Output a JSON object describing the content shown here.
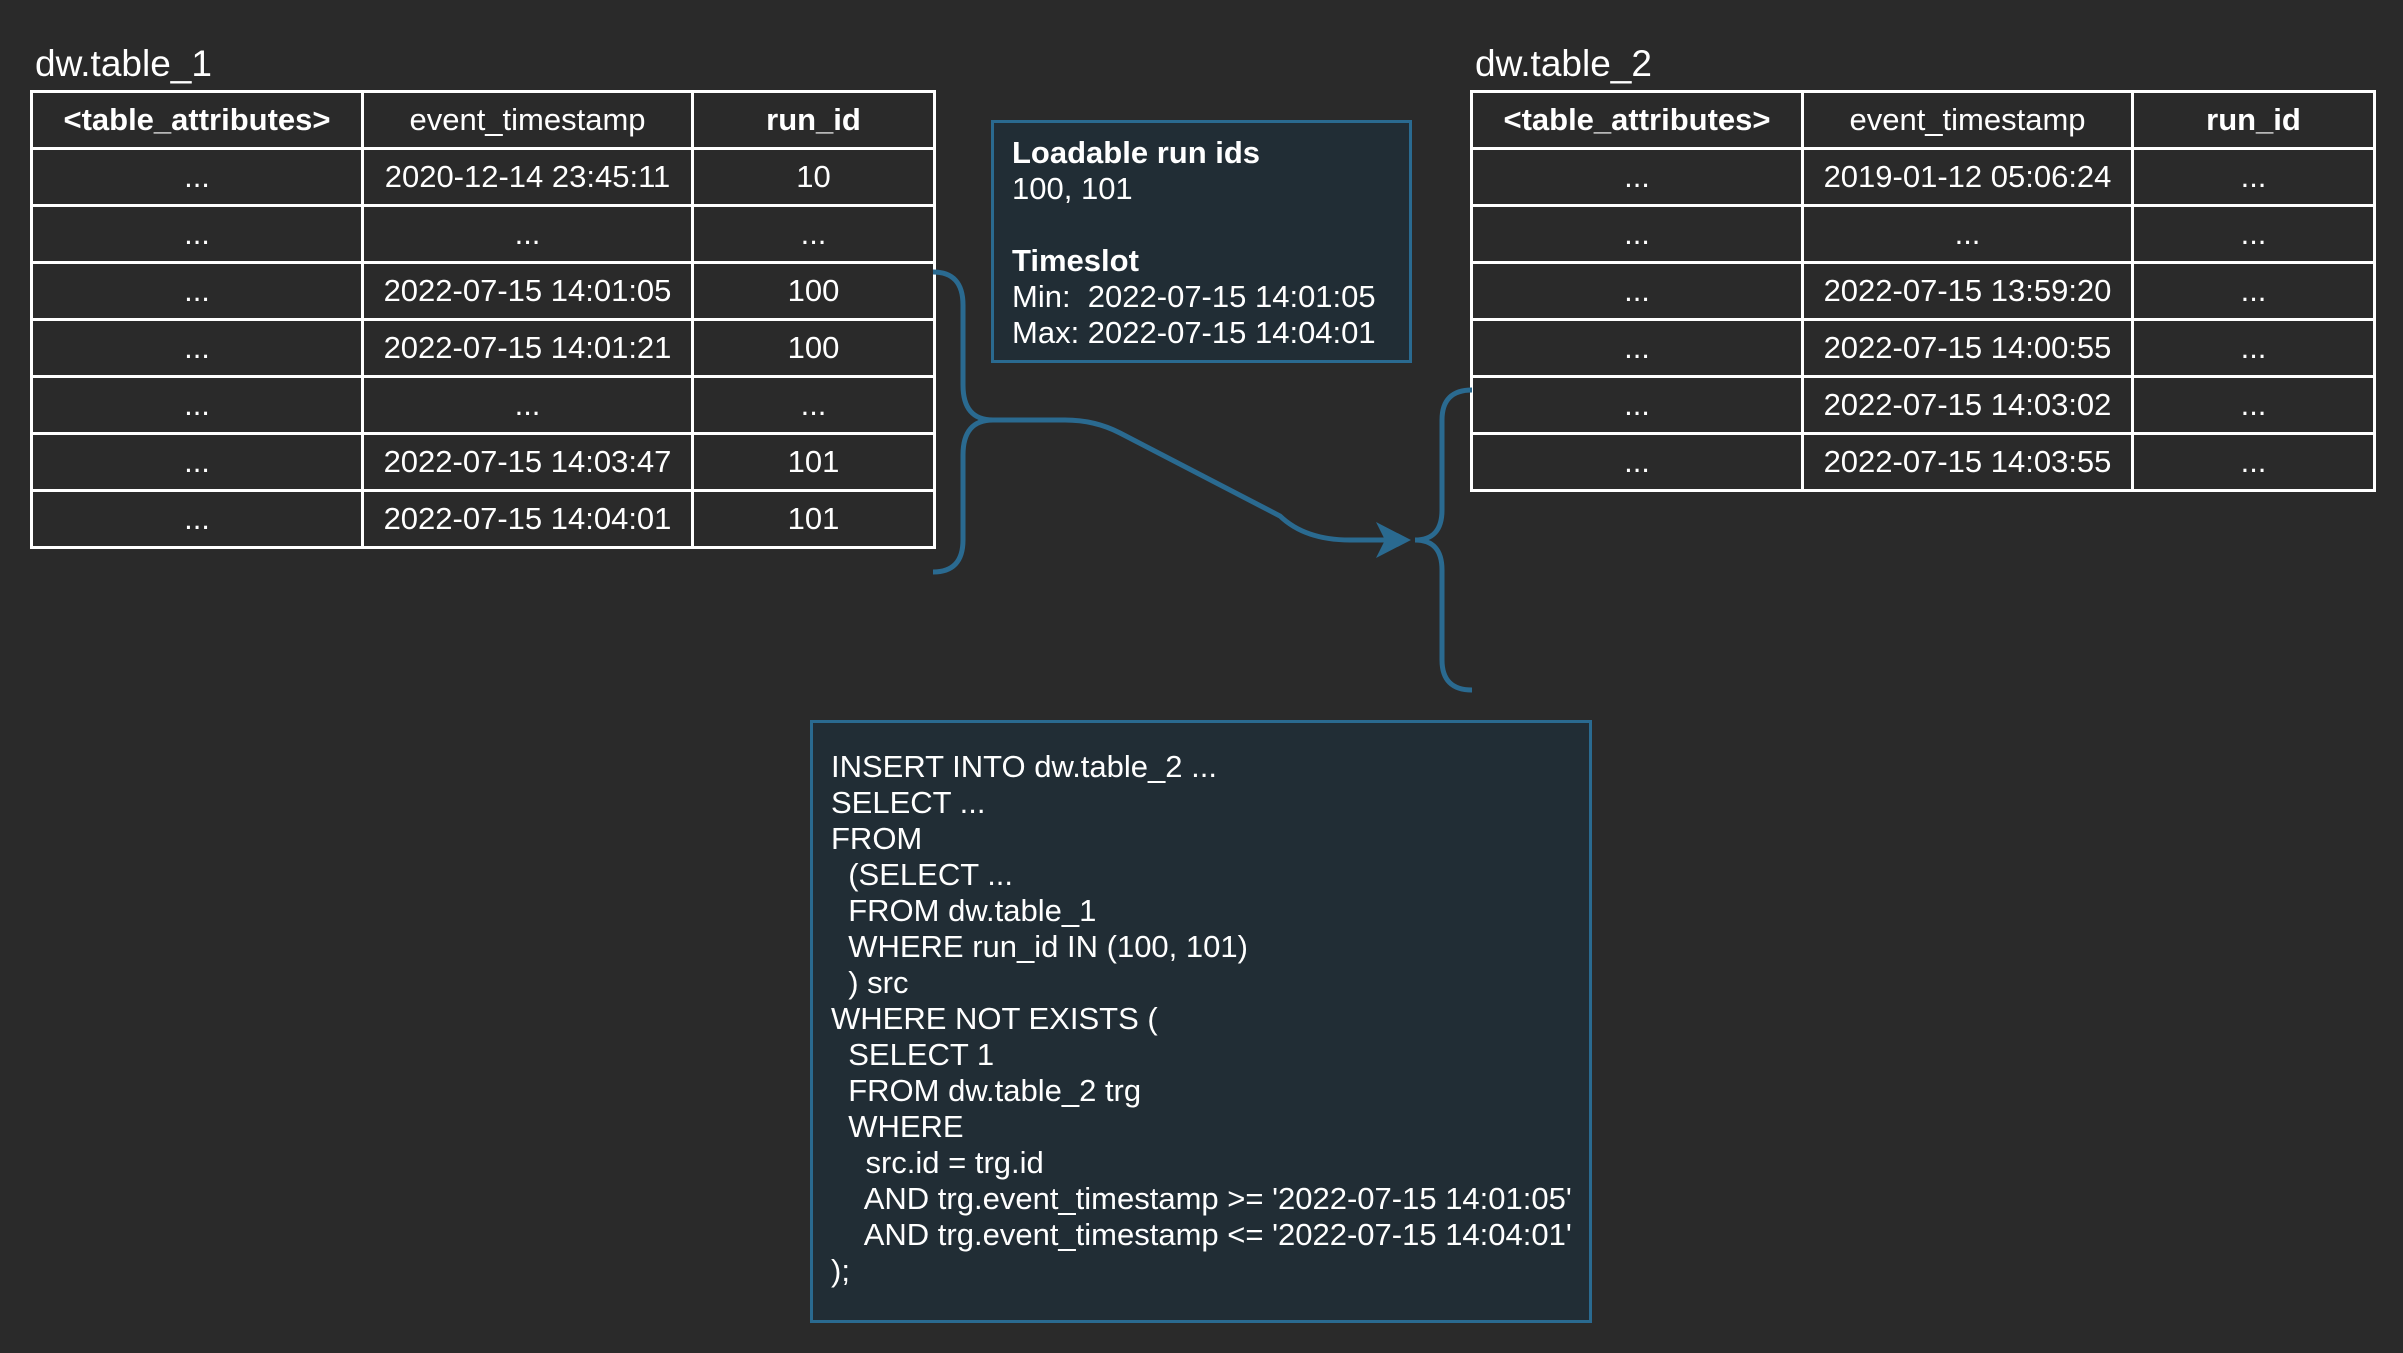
{
  "table1": {
    "title": "dw.table_1",
    "headers": [
      "<table_attributes>",
      "event_timestamp",
      "run_id"
    ],
    "rows": [
      [
        "...",
        "2020-12-14 23:45:11",
        "10"
      ],
      [
        "...",
        "...",
        "..."
      ],
      [
        "...",
        "2022-07-15 14:01:05",
        "100"
      ],
      [
        "...",
        "2022-07-15 14:01:21",
        "100"
      ],
      [
        "...",
        "...",
        "..."
      ],
      [
        "...",
        "2022-07-15 14:03:47",
        "101"
      ],
      [
        "...",
        "2022-07-15 14:04:01",
        "101"
      ]
    ]
  },
  "table2": {
    "title": "dw.table_2",
    "headers": [
      "<table_attributes>",
      "event_timestamp",
      "run_id"
    ],
    "rows": [
      [
        "...",
        "2019-01-12 05:06:24",
        "..."
      ],
      [
        "...",
        "...",
        "..."
      ],
      [
        "...",
        "2022-07-15 13:59:20",
        "..."
      ],
      [
        "...",
        "2022-07-15 14:00:55",
        "..."
      ],
      [
        "...",
        "2022-07-15 14:03:02",
        "..."
      ],
      [
        "...",
        "2022-07-15 14:03:55",
        "..."
      ]
    ]
  },
  "info": {
    "run_ids_title": "Loadable run ids",
    "run_ids_value": "100, 101",
    "timeslot_title": "Timeslot",
    "min_line": "Min:  2022-07-15 14:01:05",
    "max_line": "Max: 2022-07-15 14:04:01"
  },
  "sql": {
    "lines": [
      "INSERT INTO dw.table_2 ...",
      "SELECT ...",
      "FROM",
      "  (SELECT ...",
      "  FROM dw.table_1",
      "  WHERE run_id IN (100, 101)",
      "  ) src",
      "WHERE NOT EXISTS (",
      "  SELECT 1",
      "  FROM dw.table_2 trg",
      "  WHERE",
      "    src.id = trg.id",
      "    AND trg.event_timestamp >= '2022-07-15 14:01:05'",
      "    AND trg.event_timestamp <= '2022-07-15 14:04:01'",
      ");"
    ]
  },
  "colors": {
    "background": "#2a2a2a",
    "box_fill": "#212d35",
    "accent": "#2a6a90",
    "text": "#ffffff"
  }
}
